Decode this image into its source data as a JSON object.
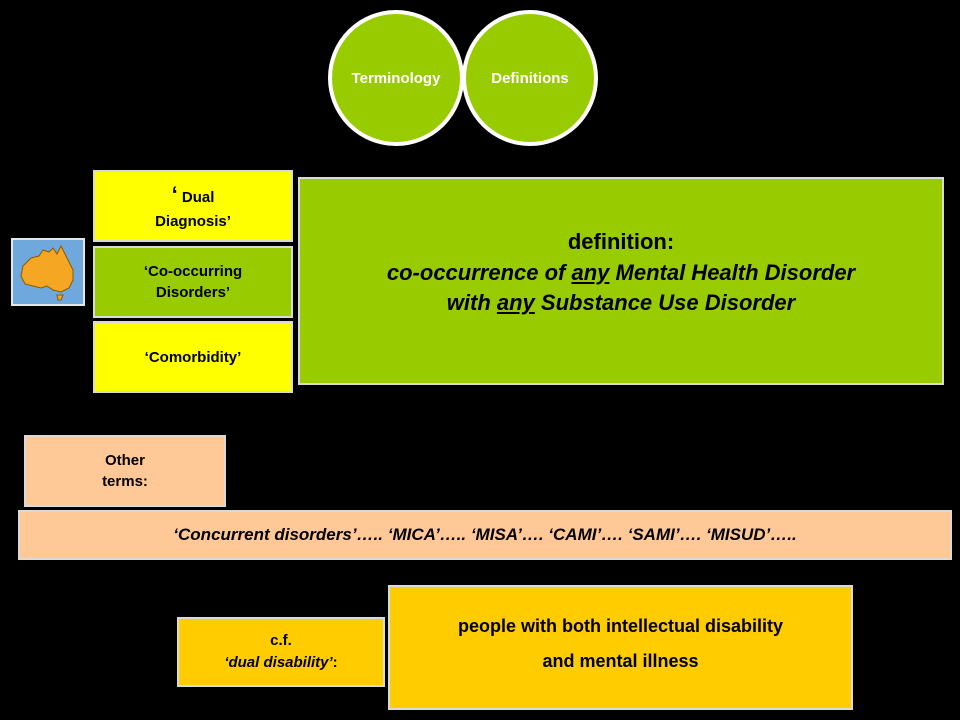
{
  "circles": {
    "terminology": "Terminology",
    "definitions": "Definitions"
  },
  "terms": {
    "dual_diagnosis_open": "‘",
    "dual_diagnosis_line1": "Dual",
    "dual_diagnosis_line2": "Diagnosis’",
    "co_occurring_line1": "‘Co-occurring",
    "co_occurring_line2": "Disorders’",
    "comorbidity": "‘Comorbidity’"
  },
  "definition": {
    "heading": "definition:",
    "line1_a": "co-occurrence of ",
    "line1_any": "any",
    "line1_b": " Mental Health Disorder",
    "line2_a": "with ",
    "line2_any": "any",
    "line2_b": " Substance Use Disorder"
  },
  "other_terms": {
    "label_line1": "Other",
    "label_line2": "terms:",
    "list": "‘Concurrent disorders’….. ‘MICA’….. ‘MISA’…. ‘CAMI’…. ‘SAMI’…. ‘MISUD’….."
  },
  "cf": {
    "line1": "c.f.",
    "line2_italic": "‘dual disability’",
    "line2_colon": ":"
  },
  "dual_disability_desc": {
    "line1": "people with both intellectual disability",
    "line2": "and mental illness"
  },
  "icons": {
    "australia": "australia-map-icon"
  },
  "colors": {
    "green": "#99cc00",
    "yellow": "#ffff00",
    "peach": "#ffc896",
    "gold": "#ffcc00",
    "map_orange": "#f5a623",
    "map_bg": "#6fa8dc"
  }
}
